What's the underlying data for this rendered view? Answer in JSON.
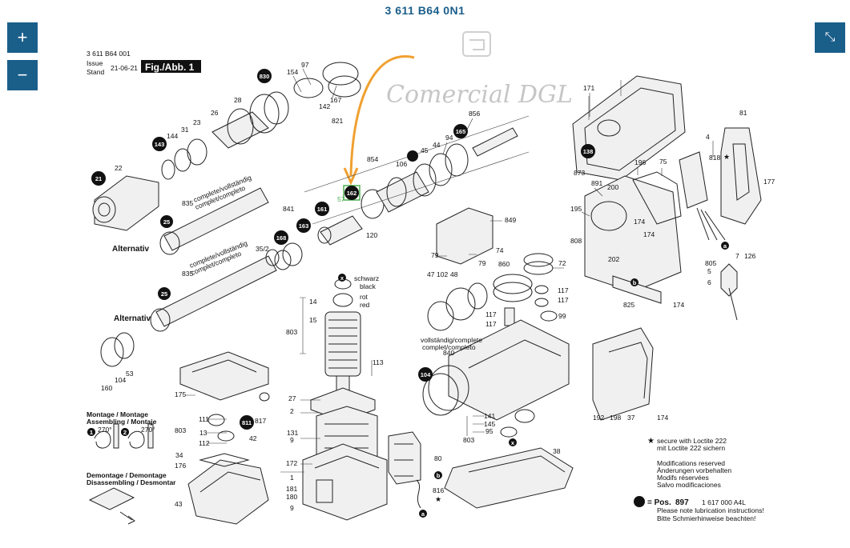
{
  "title": "3 611 B64 0N1",
  "controls": {
    "zoom_in": "+",
    "zoom_out": "−",
    "fullscreen": "⤡"
  },
  "header": {
    "code": "3 611 B64 001",
    "issue": "Issue",
    "stand": "Stand",
    "date": "21-06-21",
    "fig": "Fig./Abb. 1"
  },
  "watermark": "Comercial DGL",
  "highlight_colors": {
    "arrow": "#f0a030",
    "box": "#4caf50",
    "label57": "#4caf50"
  },
  "labels": {
    "alternativ": "Alternativ",
    "complete1": "complete/vollständig",
    "complete2": "complet/completo",
    "schwarz": "schwarz",
    "black": "black",
    "rot": "rot",
    "red": "red",
    "montage1": "Montage / Montage",
    "montage2": "Assembling / Montaje",
    "demontage1": "Demontage / Demontage",
    "demontage2": "Disassembling / Desmontar",
    "angle": "270°",
    "vollst1": "vollständig/complete",
    "vollst2": "complet/completo"
  },
  "notes": {
    "loctite1": "secure with Loctite 222",
    "loctite2": "mit Loctite 222 sichern",
    "mod1": "Modifications reserved",
    "mod2": "Änderungen vorbehalten",
    "mod3": "Modifs réservées",
    "mod4": "Salvo modificaciones",
    "pos_label": "= Pos.",
    "pos_num": "897",
    "pos_code": "1 617 000 A4L",
    "lub1": "Please note lubrication instructions!",
    "lub2": "Bitte Schmierhinweise beachten!"
  },
  "part_numbers": {
    "n97": "97",
    "n154": "154",
    "n167": "167",
    "n142": "142",
    "n821": "821",
    "n856": "856",
    "n94": "94",
    "n44": "44",
    "n45": "45",
    "n106": "106",
    "n854": "854",
    "n28": "28",
    "n26": "26",
    "n23": "23",
    "n31": "31",
    "n144": "144",
    "n22": "22",
    "n835a": "835",
    "n835b": "835",
    "n35": "35/2",
    "n57": "57",
    "n120": "120",
    "n841": "841",
    "n171": "171",
    "n873": "873",
    "n81": "81",
    "n4": "4",
    "n818": "818",
    "n196": "196",
    "n75": "75",
    "n891": "891",
    "n200": "200",
    "n195": "195",
    "n808": "808",
    "n174a": "174",
    "n174b": "174",
    "n174c": "174",
    "n202": "202",
    "n825": "825",
    "n177": "177",
    "n805": "805",
    "n7": "7",
    "n126": "126",
    "n5": "5",
    "n6": "6",
    "n849": "849",
    "n74": "74",
    "n79a": "79",
    "n79b": "79",
    "n860": "860",
    "n72": "72",
    "n47": "47",
    "n102": "102",
    "n48": "48",
    "n117a": "117",
    "n117b": "117",
    "n117c": "117",
    "n117d": "117",
    "n99": "99",
    "n840": "840",
    "n14": "14",
    "n15": "15",
    "n803a": "803",
    "n803b": "803",
    "n803c": "803",
    "n113": "113",
    "n27": "27",
    "n2": "2",
    "n131": "131",
    "n9a": "9",
    "n172": "172",
    "n1": "1",
    "n181": "181",
    "n180": "180",
    "n9b": "9",
    "n80": "80",
    "n816": "816",
    "n141": "141",
    "n145": "145",
    "n95": "95",
    "n38": "38",
    "n192": "192",
    "n198": "198",
    "n37": "37",
    "n174d": "174",
    "n175": "175",
    "n111": "111",
    "n13": "13",
    "n112": "112",
    "n817": "817",
    "n42": "42",
    "n34": "34",
    "n176": "176",
    "n43": "43",
    "n160": "160",
    "n104": "104",
    "n53": "53"
  },
  "circle_labels": {
    "c830": "830",
    "c143": "143",
    "c21": "21",
    "c25a": "25",
    "c25b": "25",
    "c168": "168",
    "c163": "163",
    "c161": "161",
    "c162": "162",
    "c165": "165",
    "c138": "138",
    "c104": "104",
    "c811": "811"
  },
  "letter_markers": {
    "a1": "a",
    "a2": "a",
    "b1": "b",
    "b2": "b",
    "x1": "x",
    "x2": "x",
    "m1": "1",
    "m2": "2"
  }
}
